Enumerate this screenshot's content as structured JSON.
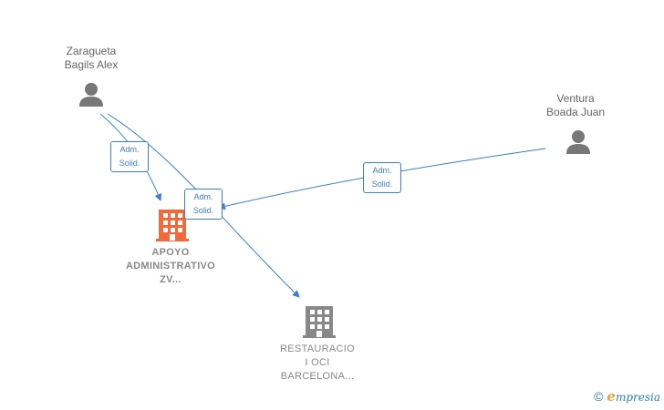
{
  "persons": [
    {
      "line1": "Zaragueta",
      "line2": "Bagils Alex"
    },
    {
      "line1": "Ventura",
      "line2": "Boada Juan"
    }
  ],
  "companies": [
    {
      "line1": "APOYO",
      "line2": "ADMINISTRATIVO",
      "line3": "ZV...",
      "color": "#f26a3a"
    },
    {
      "line1": "RESTAURACIO",
      "line2": "I OCI",
      "line3": "BARCELONA...",
      "color": "#888888"
    }
  ],
  "edges": [
    {
      "line1": "Adm.",
      "line2": "Solid."
    },
    {
      "line1": "Adm.",
      "line2": "Solid."
    },
    {
      "line1": "Adm.",
      "line2": "Solid."
    }
  ],
  "colors": {
    "edge": "#3b7fd4",
    "person": "#777777"
  },
  "footer": {
    "copyright": "©",
    "brand_first": "e",
    "brand_rest": "mpresia"
  }
}
